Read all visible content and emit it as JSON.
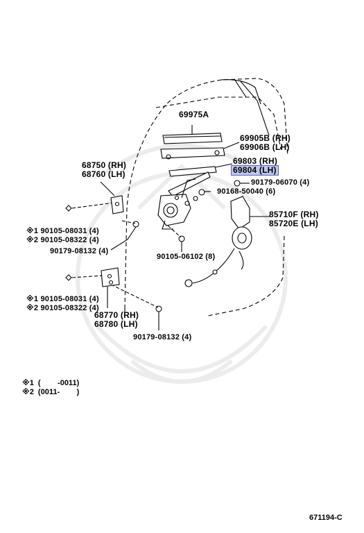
{
  "diagram": {
    "parts": {
      "p69975A": "69975A",
      "p69905B": "69905B (RH)",
      "p69906B": "69906B (LH)",
      "p69803": "69803 (RH)",
      "p69804": "69804 (LH)",
      "p90179_06070": "90179-06070 (4)",
      "p90168_50040": "90168-50040 (6)",
      "p85710F": "85710F (RH)",
      "p85720E": "85720E (LH)",
      "p68750": "68750 (RH)",
      "p68760": "68760 (LH)",
      "p90105_08031_a": "※1 90105-08031 (4)",
      "p90105_08322_a": "※2 90105-08322 (4)",
      "p90179_08132_a": "90179-08132 (4)",
      "p90105_06102": "90105-06102 (8)",
      "p90105_08031_b": "※1 90105-08031 (4)",
      "p90105_08322_b": "※2 90105-08322 (4)",
      "p68770": "68770 (RH)",
      "p68780": "68780 (LH)",
      "p90179_08132_b": "90179-08132 (4)"
    },
    "highlight_color": "#bfc6ec",
    "notes": {
      "n1": "※1  (        -0011)",
      "n2": "※2  (0011-        )"
    },
    "code": "671194-C"
  }
}
